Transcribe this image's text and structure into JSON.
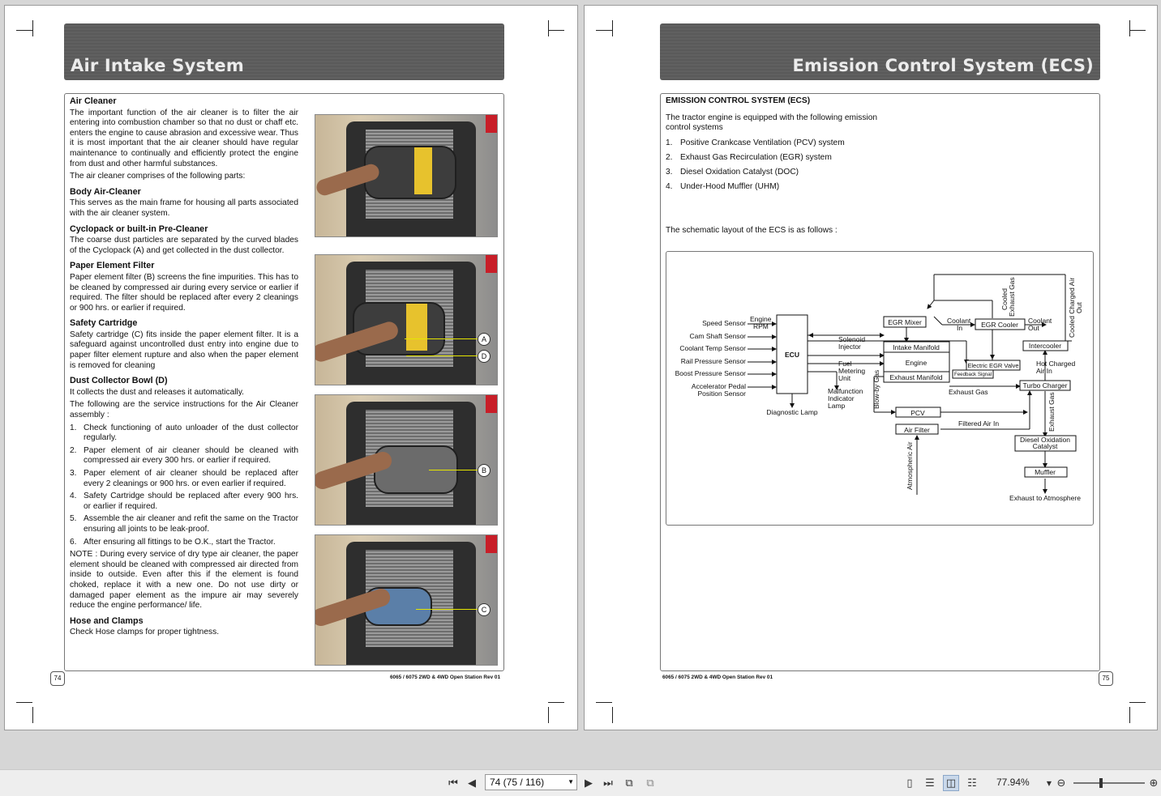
{
  "left_page": {
    "banner_title": "Air Intake System",
    "air_cleaner": {
      "heading": "Air Cleaner",
      "p1": "The important function of the air cleaner is to filter the air entering into combustion chamber so that no dust or chaff etc. enters the engine to cause abrasion and excessive wear. Thus it is most important that the air cleaner should have regular maintenance to continually and efficiently protect the engine from dust and other harmful substances.",
      "p2": "The air cleaner comprises of the following parts:"
    },
    "body": {
      "heading": "Body Air-Cleaner",
      "text": "This serves as the main frame for housing all parts associated with the air cleaner system."
    },
    "cyclopack": {
      "heading": "Cyclopack or built-in Pre-Cleaner",
      "text": "The coarse dust particles are separated by the curved blades of the Cyclopack (A) and get collected in the dust collector."
    },
    "paper": {
      "heading": "Paper Element Filter",
      "text": "Paper element filter (B) screens the fine impurities. This has to be cleaned by compressed air during every service or earlier if required. The filter should be replaced after every 2 cleanings or 900 hrs. or earlier if required."
    },
    "safety": {
      "heading": "Safety Cartridge",
      "text": "Safety cartridge (C) fits inside the paper element filter. It is a safeguard against uncontrolled dust entry into engine due to paper filter element rupture and also when the paper element is removed for cleaning"
    },
    "dust": {
      "heading": "Dust Collector Bowl (D)",
      "p1": "It collects the dust and releases it automatically.",
      "p2": "The following are the service instructions for the Air Cleaner assembly :"
    },
    "steps": [
      {
        "n": "1.",
        "t": "Check functioning of auto unloader of the dust collector regularly."
      },
      {
        "n": "2.",
        "t": "Paper element of air cleaner should be cleaned with compressed air every 300 hrs. or earlier if required."
      },
      {
        "n": "3.",
        "t": "Paper element of air cleaner should be replaced after every 2 cleanings or 900 hrs. or even earlier if required."
      },
      {
        "n": "4.",
        "t": "Safety Cartridge should be replaced after every 900 hrs. or earlier if required."
      },
      {
        "n": "5.",
        "t": "Assemble the air cleaner and refit the same on the Tractor ensuring all joints to be leak-proof."
      },
      {
        "n": "6.",
        "t": "After ensuring all fittings to be O.K., start the Tractor."
      }
    ],
    "note": "NOTE : During every service of dry type air cleaner, the paper element should be cleaned with compressed air directed from inside to outside. Even after this if the element is found choked, replace it with a new one. Do not use dirty or damaged paper element as the impure air may severely reduce the engine performance/ life.",
    "hose": {
      "heading": "Hose and Clamps",
      "text": "Check Hose clamps for proper tightness."
    },
    "photo_labels": {
      "a": "A",
      "d": "D",
      "b": "B",
      "c": "C"
    },
    "page_number": "74",
    "footer": "6065 / 6075 2WD & 4WD Open Station Rev 01"
  },
  "right_page": {
    "banner_title": "Emission Control System (ECS)",
    "heading": "EMISSION CONTROL SYSTEM (ECS)",
    "intro_1": "The tractor engine is equipped with the following emission",
    "intro_2": "control systems",
    "systems": [
      {
        "n": "1.",
        "t": "Positive Crankcase Ventilation (PCV) system"
      },
      {
        "n": "2.",
        "t": "Exhaust Gas Recirculation (EGR) system"
      },
      {
        "n": "3.",
        "t": "Diesel Oxidation Catalyst (DOC)"
      },
      {
        "n": "4.",
        "t": "Under-Hood Muffler (UHM)"
      }
    ],
    "schematic_caption": "The schematic layout of the ECS is as follows :",
    "diagram": {
      "ecu": "ECU",
      "engine_rpm_1": "Engine",
      "engine_rpm_2": "RPM",
      "inputs": [
        "Speed Sensor",
        "Cam Shaft Sensor",
        "Coolant Temp Sensor",
        "Rail Pressure Sensor",
        "Boost Pressure Sensor"
      ],
      "accel_1": "Accelerator Pedal",
      "accel_2": "Position Sensor",
      "diagnostic": "Diagnostic Lamp",
      "solenoid_1": "Solenoid",
      "solenoid_2": "Injector",
      "fuel_1": "Fuel",
      "fuel_2": "Metering",
      "fuel_3": "Unit",
      "malf_1": "Malfunction",
      "malf_2": "Indicator",
      "malf_3": "Lamp",
      "egr_mixer": "EGR Mixer",
      "intake_manifold": "Intake Manifold",
      "engine": "Engine",
      "exhaust_manifold": "Exhaust Manifold",
      "blowby": "Blow-by Gas",
      "pcv": "PCV",
      "air_filter": "Air Filter",
      "atmospheric_air": "Atmospheric Air",
      "filtered_air": "Filtered Air In",
      "coolant_in_1": "Coolant",
      "coolant_in_2": "In",
      "egr_cooler": "EGR Cooler",
      "coolant_out_1": "Coolant",
      "coolant_out_2": "Out",
      "cooled_exhaust_1": "Cooled",
      "cooled_exhaust_2": "Exhaust Gas",
      "cooled_charged_1": "Cooled Charged Air",
      "cooled_charged_2": "Out",
      "electric_egr": "Electric EGR Valve",
      "feedback": "Feedback Signal",
      "intercooler": "Intercooler",
      "hot_charged_1": "Hot Charged",
      "hot_charged_2": "Air In",
      "exhaust_gas": "Exhaust Gas",
      "turbo": "Turbo Charger",
      "exhaust_gas_v": "Exhaust Gas",
      "doc_1": "Diesel Oxidation",
      "doc_2": "Catalyst",
      "muffler": "Muffler",
      "exhaust_atm": "Exhaust to Atmosphere"
    },
    "page_number": "75",
    "footer": "6065 / 6075 2WD & 4WD Open Station Rev 01"
  },
  "toolbar": {
    "page_field": "74 (75 / 116)",
    "zoom": "77.94%"
  }
}
